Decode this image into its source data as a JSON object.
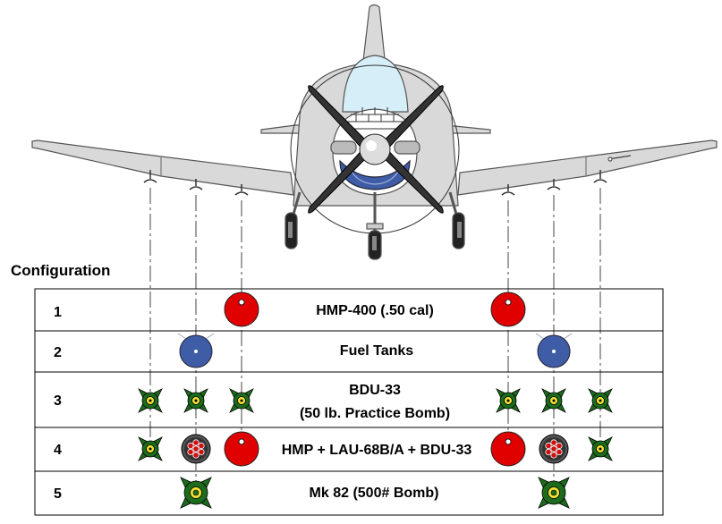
{
  "config_heading": "Configuration",
  "configurations": [
    {
      "number": "1",
      "description": "HMP-400 (.50 cal)"
    },
    {
      "number": "2",
      "description": "Fuel Tanks"
    },
    {
      "number": "3",
      "description": "BDU-33",
      "description_line2": "(50 lb. Practice Bomb)"
    },
    {
      "number": "4",
      "description": "HMP + LAU-68B/A + BDU-33"
    },
    {
      "number": "5",
      "description": "Mk 82 (500# Bomb)"
    }
  ],
  "store_icons": {
    "hmp": {
      "icon": "hmp-pod-icon",
      "color": "#e00000"
    },
    "fuel_tank": {
      "icon": "fuel-tank-icon",
      "color": "#3f5ca6"
    },
    "bdu33": {
      "icon": "bdu33-bomb-icon",
      "color": "#1d6b1d",
      "center": "#f0e030"
    },
    "lau68": {
      "icon": "rocket-pod-icon",
      "color": "#b00000"
    },
    "mk82": {
      "icon": "mk82-bomb-icon",
      "color": "#1d6b1d",
      "center": "#f0e030"
    }
  },
  "colors": {
    "airframe": "#d9d9d9",
    "canopy": "#d6eef8",
    "outline": "#000000"
  }
}
